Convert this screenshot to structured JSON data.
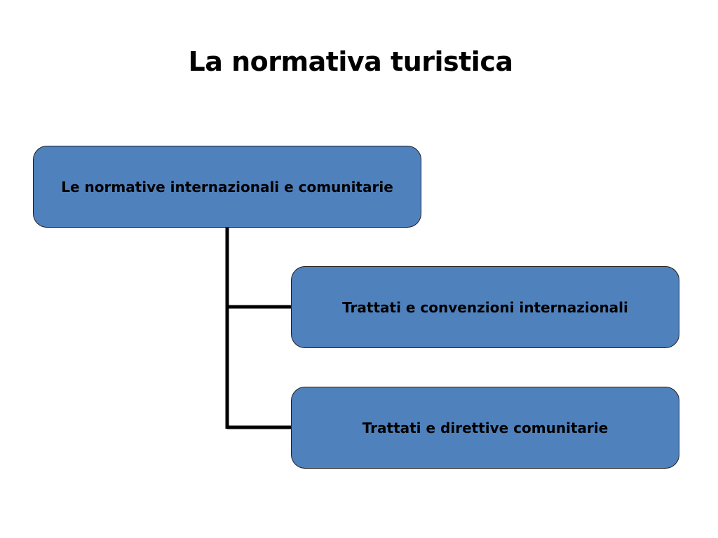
{
  "title": "La normativa turistica",
  "colors": {
    "node_fill": "#4f81bd",
    "node_border": "#1f1f1f",
    "connector": "#000000",
    "text": "#000000"
  },
  "diagram": {
    "root": {
      "label": "Le normative internazionali e comunitarie"
    },
    "children": [
      {
        "label": "Trattati e convenzioni internazionali"
      },
      {
        "label": "Trattati e direttive comunitarie"
      }
    ]
  }
}
